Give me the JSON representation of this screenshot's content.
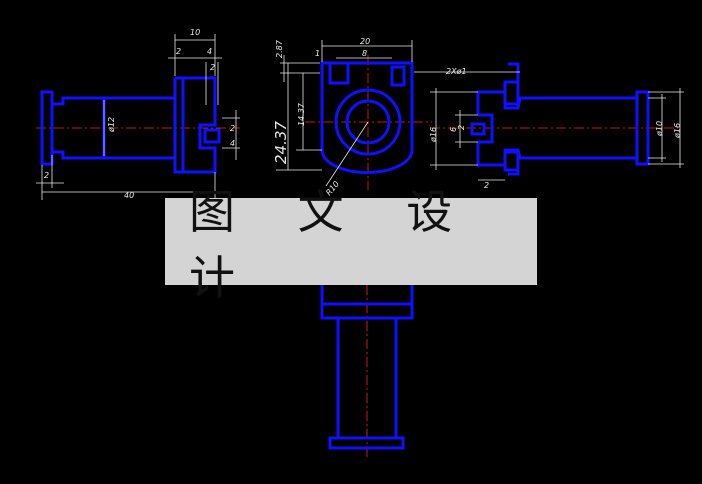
{
  "banner": {
    "text": "图 文 设 计"
  },
  "colors": {
    "background": "#000000",
    "part": "#1010ff",
    "dimension": "#e8e8e8",
    "centerline": "#ff2020",
    "banner": "#d4d4d4"
  },
  "left_view": {
    "dims": {
      "top_width": "10",
      "left_gap": "2",
      "step": "4",
      "vertical": "2",
      "bore": "ø12",
      "small_a": "2",
      "small_b": "4",
      "bottom_step": "2",
      "overall": "40"
    }
  },
  "front_view": {
    "dims": {
      "width": "20",
      "inner": "8",
      "offset": "1",
      "top_height": "2.87",
      "center_height": "24.37",
      "mid_height": "14.37",
      "radius": "R10"
    }
  },
  "right_view": {
    "dims": {
      "holes": "2Xø1",
      "flange_dia": "ø16",
      "inner_gap": "6",
      "small_gap": "2",
      "shaft_dia": "ø10",
      "outer_dia": "ø16",
      "bottom_gap": "2"
    }
  }
}
